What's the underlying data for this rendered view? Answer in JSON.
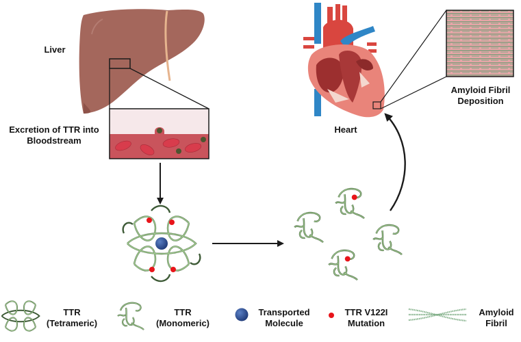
{
  "labels": {
    "liver": "Liver",
    "excretion": [
      "Excretion of TTR into",
      "Bloodstream"
    ],
    "heart": "Heart",
    "amyloid_deposition": [
      "Amyloid Fibril",
      "Deposition"
    ]
  },
  "legend": [
    {
      "icon": "ttr-tetramer-icon",
      "lines": [
        "TTR",
        "(Tetrameric)"
      ]
    },
    {
      "icon": "ttr-monomer-icon",
      "lines": [
        "TTR",
        "(Monomeric)"
      ]
    },
    {
      "icon": "transported-molecule-icon",
      "lines": [
        "Transported",
        "Molecule"
      ]
    },
    {
      "icon": "mutation-dot-icon",
      "lines": [
        "TTR V122I",
        "Mutation"
      ]
    },
    {
      "icon": "amyloid-fibril-icon",
      "lines": [
        "Amyloid",
        "Fibril"
      ]
    }
  ],
  "colors": {
    "liver": "#a4675c",
    "liver_dark": "#8e5249",
    "plasma": "#f6e8ea",
    "blood": "#c9545c",
    "rbc": "#d83c4c",
    "protein_green": "#9fc98e",
    "protein_dark": "#3d5a36",
    "molecule_blue": "#2b4a8e",
    "mutation_red": "#e8141a",
    "heart_red": "#d9463f",
    "heart_pink": "#e9847a",
    "vessel_blue": "#2f86c6",
    "arrow": "#1a1a1a"
  }
}
